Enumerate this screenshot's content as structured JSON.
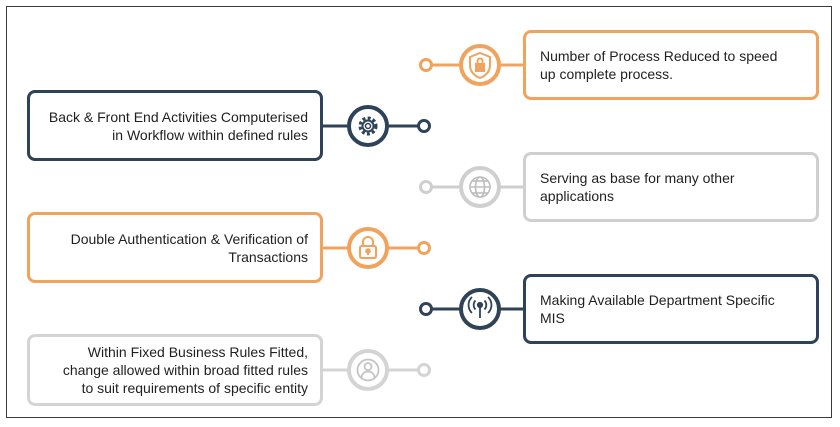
{
  "items": [
    {
      "side": "right",
      "text_lines": [
        "Number of Process Reduced to speed",
        "up complete process."
      ],
      "color": "#f0a35c",
      "icon": "shield-lock-icon"
    },
    {
      "side": "left",
      "text_lines": [
        "Back & Front End Activities Computerised",
        "in Workflow within defined rules"
      ],
      "color": "#2e4258",
      "icon": "gear-icon"
    },
    {
      "side": "right",
      "text_lines": [
        "Serving as base for many other",
        "applications"
      ],
      "color": "#cfcfcf",
      "icon": "globe-icon"
    },
    {
      "side": "left",
      "text_lines": [
        "Double Authentication & Verification of",
        "Transactions"
      ],
      "color": "#f0a35c",
      "icon": "padlock-icon"
    },
    {
      "side": "right",
      "text_lines": [
        "Making  Available Department Specific",
        "MIS"
      ],
      "color": "#2e4258",
      "icon": "broadcast-icon"
    },
    {
      "side": "left",
      "text_lines": [
        "Within Fixed Business Rules Fitted,",
        "change allowed within broad fitted rules",
        "to suit requirements of specific entity"
      ],
      "color": "#d4d4d4",
      "icon": "user-icon"
    }
  ]
}
